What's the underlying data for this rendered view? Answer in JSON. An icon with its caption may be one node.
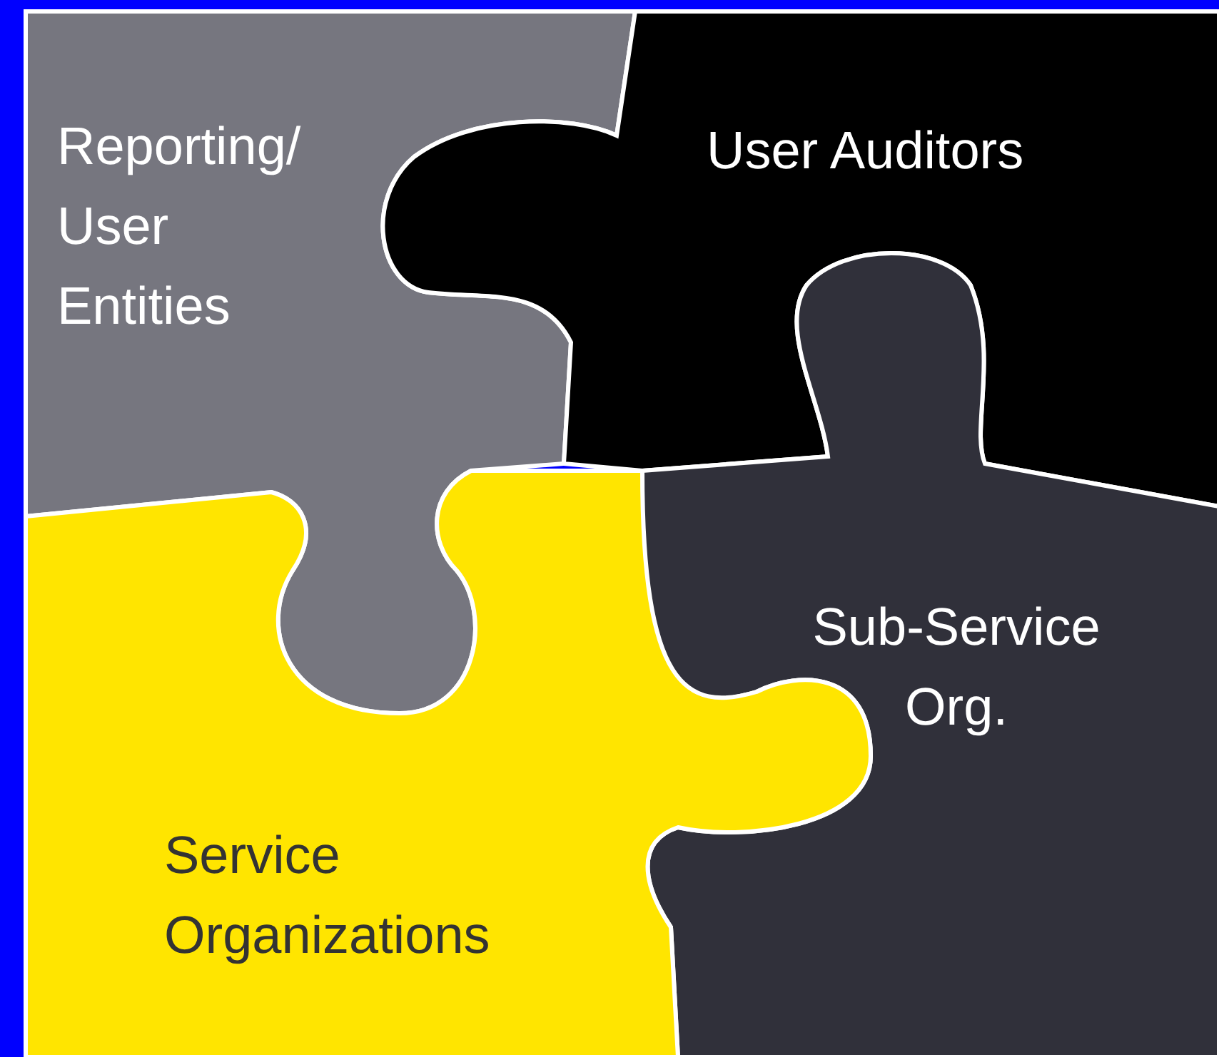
{
  "diagram": {
    "nodes": [
      {
        "text": [
          "Reporting/ User Entities"
        ]
      },
      {
        "text": [
          "User Auditors"
        ]
      },
      {
        "text": [
          "Sub-Service Org."
        ]
      },
      {
        "text": [
          "Service Organizations"
        ]
      }
    ]
  }
}
